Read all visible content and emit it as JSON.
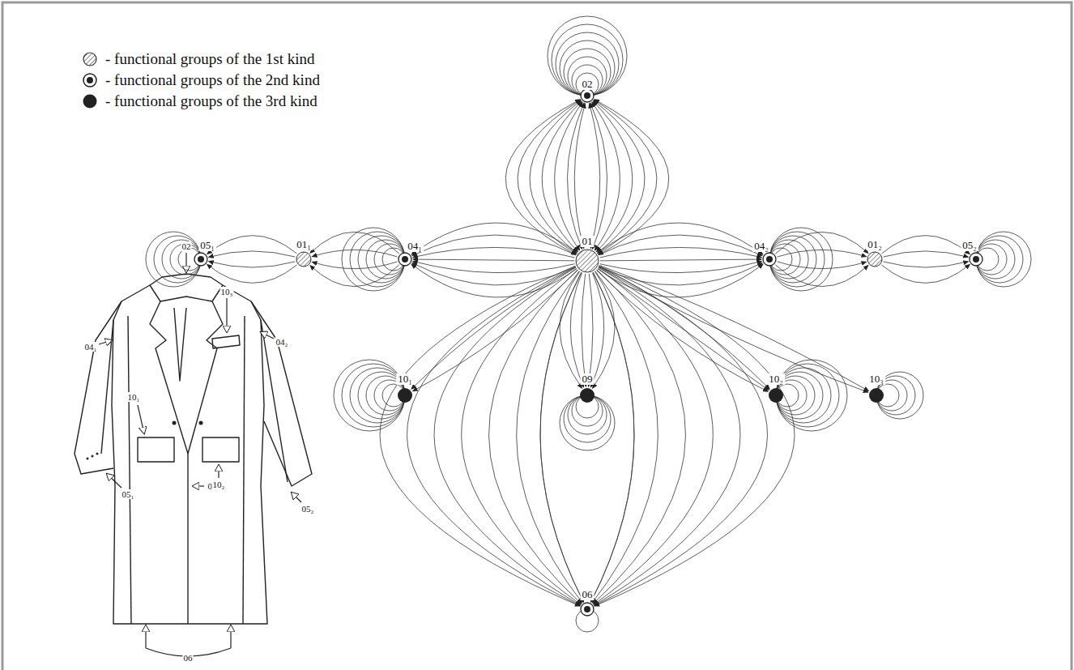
{
  "diagram": {
    "nodes": [
      {
        "text": [
          "01"
        ]
      },
      {
        "text": [
          "02"
        ]
      },
      {
        "text": [
          "04₁"
        ]
      },
      {
        "text": [
          "01₁"
        ]
      },
      {
        "text": [
          "05₁"
        ]
      },
      {
        "text": [
          "04₂"
        ]
      },
      {
        "text": [
          "01₂"
        ]
      },
      {
        "text": [
          "05₂"
        ]
      },
      {
        "text": [
          "10₁"
        ]
      },
      {
        "text": [
          "09"
        ]
      },
      {
        "text": [
          "10₂"
        ]
      },
      {
        "text": [
          "10₃"
        ]
      },
      {
        "text": [
          "06"
        ]
      }
    ],
    "edges": [
      {
        "from": 0,
        "to": 1,
        "arrow": "both"
      },
      {
        "from": 0,
        "to": 2,
        "arrow": "to"
      },
      {
        "from": 2,
        "to": 3,
        "arrow": "to"
      },
      {
        "from": 3,
        "to": 4,
        "arrow": "to"
      },
      {
        "from": 0,
        "to": 5,
        "arrow": "to"
      },
      {
        "from": 5,
        "to": 6,
        "arrow": "to"
      },
      {
        "from": 6,
        "to": 7,
        "arrow": "to"
      },
      {
        "from": 0,
        "to": 8,
        "arrow": "to"
      },
      {
        "from": 0,
        "to": 9,
        "arrow": "to"
      },
      {
        "from": 0,
        "to": 10,
        "arrow": "to"
      },
      {
        "from": 0,
        "to": 11,
        "arrow": "to"
      },
      {
        "from": 0,
        "to": 12,
        "arrow": "to"
      }
    ],
    "labels": [
      "02",
      "10₃",
      "04₁",
      "04₂",
      "10₁",
      "09",
      "05₁",
      "10₂",
      "05₂",
      "06"
    ],
    "legend": [
      {
        "text": "- functional groups of the 1st kind"
      },
      {
        "text": "- functional groups of the 2nd kind"
      },
      {
        "text": "- functional groups of the 3rd kind"
      }
    ]
  }
}
